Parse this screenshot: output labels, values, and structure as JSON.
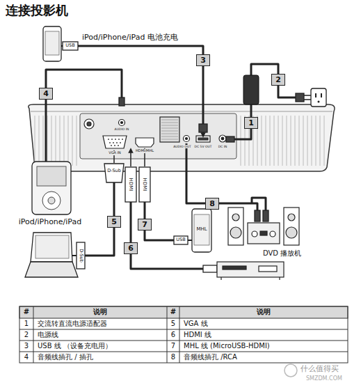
{
  "diagram": {
    "title": "连接投影机",
    "nodes": [
      {
        "text": [
          "1"
        ]
      },
      {
        "text": [
          "2"
        ]
      },
      {
        "text": [
          "3"
        ]
      },
      {
        "text": [
          "4"
        ]
      },
      {
        "text": [
          "5"
        ]
      },
      {
        "text": [
          "6"
        ]
      },
      {
        "text": [
          "7"
        ]
      },
      {
        "text": [
          "8"
        ]
      }
    ],
    "labels": [
      "iPod/iPhone/iPad 电池充电",
      "USB",
      "VGA IN",
      "HDMI/MHL",
      "AUDIO OUT",
      "DC 5V OUT",
      "DC IN",
      "AUDIO IN",
      "D-Sub",
      "HDMI",
      "HDMI",
      "iPod/iPhone/iPad",
      "D-Sub",
      "MHL",
      "USB",
      "DVD 播放机",
      "#",
      "说明",
      "#",
      "说明",
      "1",
      "交流转直流电源适配器",
      "5",
      "VGA 线",
      "2",
      "电源线",
      "6",
      "HDMI 线",
      "3",
      "USB 线 （设备充电用）",
      "7",
      "MHL 线 (MicroUSB-HDMI)",
      "4",
      "音频线插孔 / 插孔",
      "8",
      "音频线插孔 /RCA",
      "什么值得买",
      "SMZDM.COM"
    ]
  }
}
